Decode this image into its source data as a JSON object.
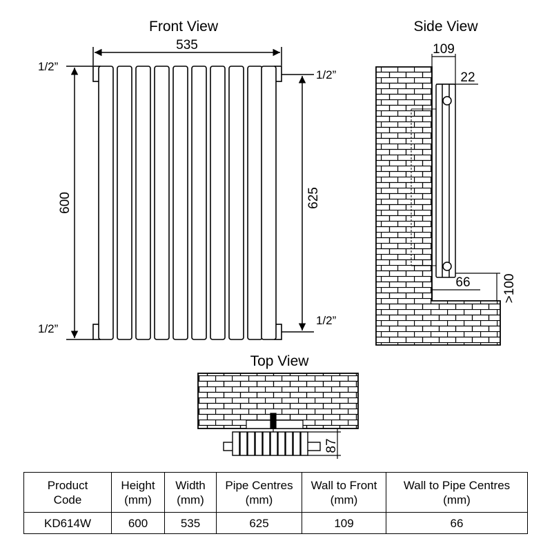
{
  "titles": {
    "front_view": "Front View",
    "side_view": "Side View",
    "top_view": "Top View"
  },
  "front_view": {
    "width": "535",
    "height": "600",
    "pipe_centres": "625",
    "pipe_top_left": "1/2”",
    "pipe_top_right": "1/2”",
    "pipe_bottom_left": "1/2”",
    "pipe_bottom_right": "1/2”"
  },
  "side_view": {
    "wall_to_front": "109",
    "depth": "22",
    "wall_to_pipe_centres": "66",
    "floor_clearance": ">100"
  },
  "top_view": {
    "depth": "87"
  },
  "spec_table": {
    "headers": [
      {
        "line1": "Product",
        "line2": "Code"
      },
      {
        "line1": "Height",
        "line2": "(mm)"
      },
      {
        "line1": "Width",
        "line2": "(mm)"
      },
      {
        "line1": "Pipe Centres",
        "line2": "(mm)"
      },
      {
        "line1": "Wall to Front",
        "line2": "(mm)"
      },
      {
        "line1": "Wall to Pipe Centres",
        "line2": "(mm)"
      }
    ],
    "rows": [
      [
        "KD614W",
        "600",
        "535",
        "625",
        "109",
        "66"
      ]
    ]
  }
}
